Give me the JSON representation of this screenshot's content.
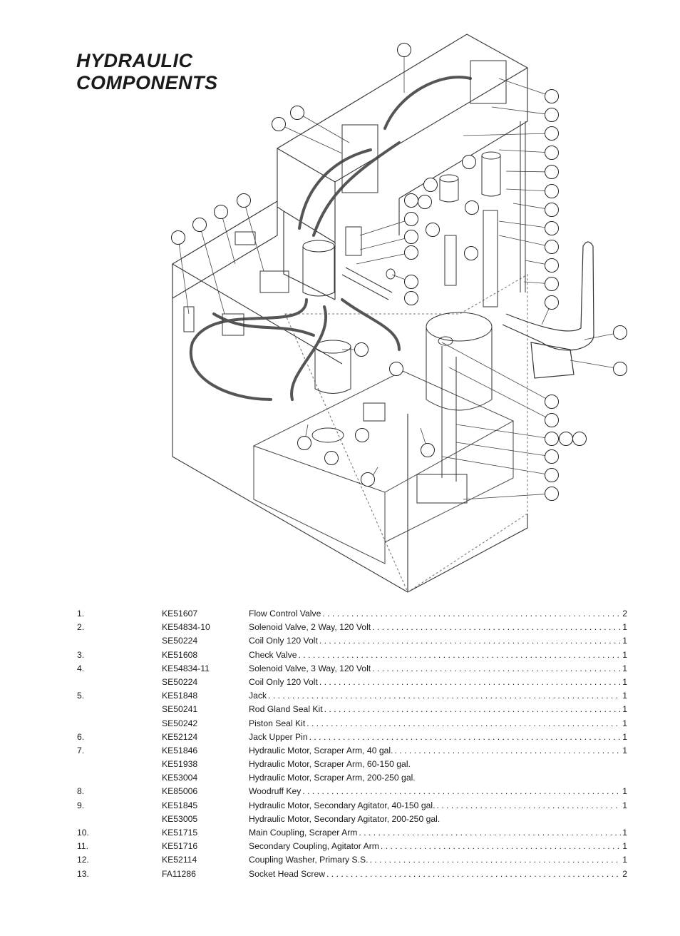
{
  "page": {
    "title_line1": "HYDRAULIC",
    "title_line2": "COMPONENTS"
  },
  "parts_list": [
    {
      "num": "1.",
      "part": "KE51607",
      "desc": "Flow Control Valve",
      "qty": "2"
    },
    {
      "num": "2.",
      "part": "KE54834-10",
      "desc": "Solenoid Valve, 2 Way, 120 Volt",
      "qty": "1"
    },
    {
      "num": "",
      "part": "SE50224",
      "desc": "Coil Only 120 Volt",
      "qty": "1"
    },
    {
      "num": "3.",
      "part": "KE51608",
      "desc": "Check Valve",
      "qty": "1"
    },
    {
      "num": "4.",
      "part": "KE54834-11",
      "desc": "Solenoid Valve, 3 Way, 120 Volt",
      "qty": "1"
    },
    {
      "num": "",
      "part": "SE50224",
      "desc": "Coil Only 120 Volt",
      "qty": "1"
    },
    {
      "num": "5.",
      "part": "KE51848",
      "desc": "Jack",
      "qty": "1"
    },
    {
      "num": "",
      "part": "SE50241",
      "desc": "Rod Gland Seal Kit",
      "qty": "1"
    },
    {
      "num": "",
      "part": "SE50242",
      "desc": "Piston Seal Kit",
      "qty": "1"
    },
    {
      "num": "6.",
      "part": "KE52124",
      "desc": "Jack Upper Pin",
      "qty": "1"
    },
    {
      "num": "7.",
      "part": "KE51846",
      "desc": "Hydraulic Motor, Scraper Arm, 40 gal.",
      "qty": "1"
    },
    {
      "num": "",
      "part": "KE51938",
      "desc": "Hydraulic Motor, Scraper Arm, 60-150 gal.",
      "qty": ""
    },
    {
      "num": "",
      "part": "KE53004",
      "desc": "Hydraulic Motor, Scraper Arm, 200-250 gal.",
      "qty": ""
    },
    {
      "num": "8.",
      "part": "KE85006",
      "desc": "Woodruff Key",
      "qty": "1"
    },
    {
      "num": "9.",
      "part": "KE51845",
      "desc": "Hydraulic Motor, Secondary Agitator, 40-150 gal.",
      "qty": "1"
    },
    {
      "num": "",
      "part": "KE53005",
      "desc": "Hydraulic Motor, Secondary Agitator, 200-250 gal.",
      "qty": ""
    },
    {
      "num": "10.",
      "part": "KE51715",
      "desc": "Main Coupling, Scraper Arm",
      "qty": "1"
    },
    {
      "num": "11.",
      "part": "KE51716",
      "desc": "Secondary Coupling, Agitator Arm",
      "qty": "1"
    },
    {
      "num": "12.",
      "part": "KE52114",
      "desc": "Coupling Washer, Primary S.S.",
      "qty": "1"
    },
    {
      "num": "13.",
      "part": "FA11286",
      "desc": "Socket Head Screw",
      "qty": "2"
    }
  ]
}
